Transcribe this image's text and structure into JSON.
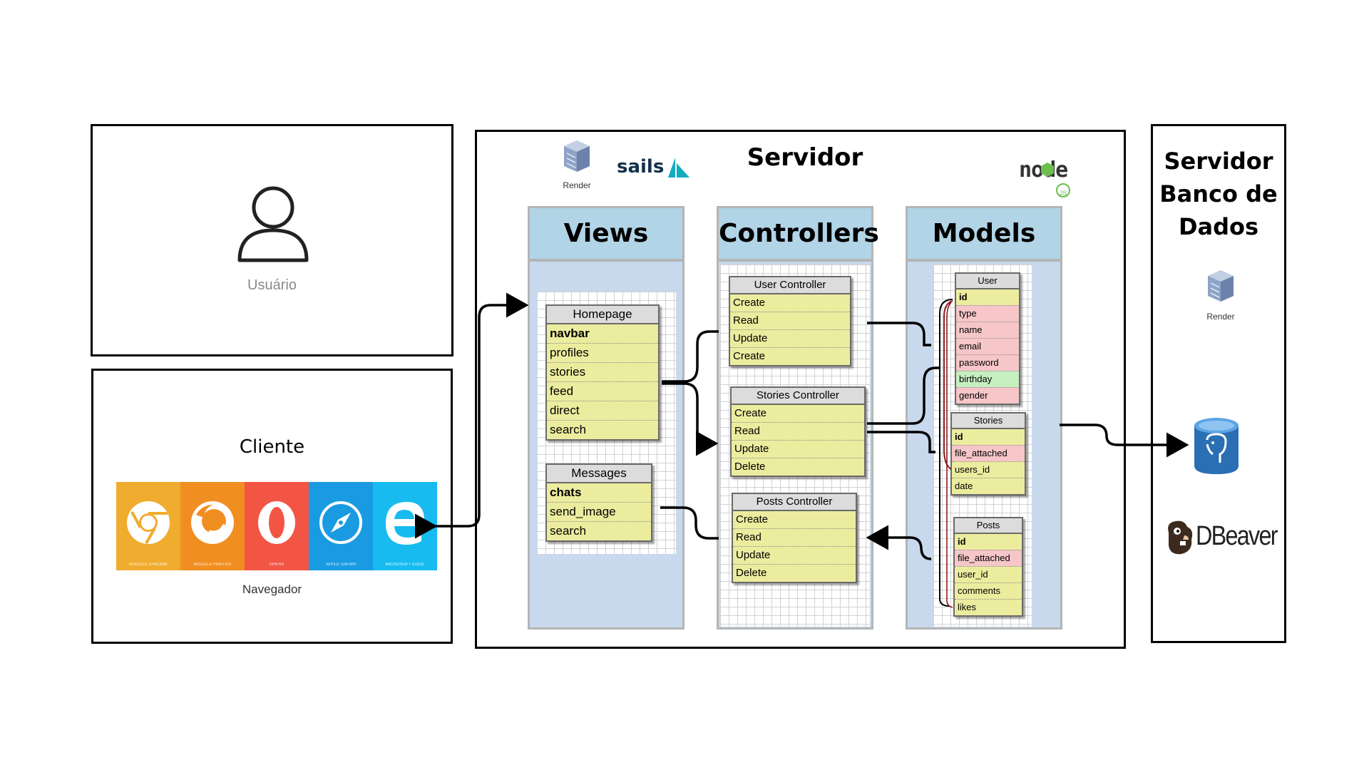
{
  "user_panel": {
    "label": "Usuário"
  },
  "client_panel": {
    "title": "Cliente",
    "browsers_caption": "Navegador",
    "browsers": [
      {
        "name": "GOOGLE CHROME",
        "icon": "chrome-icon",
        "color": "#f0ac2e"
      },
      {
        "name": "MOZILLA FIREFOX",
        "icon": "firefox-icon",
        "color": "#f18e22"
      },
      {
        "name": "OPERA",
        "icon": "opera-icon",
        "color": "#f25544"
      },
      {
        "name": "APPLE SAFARI",
        "icon": "safari-icon",
        "color": "#1a9be1"
      },
      {
        "name": "MICROSOFT EDGE",
        "icon": "edge-icon",
        "color": "#17bbf0"
      }
    ]
  },
  "server_panel": {
    "title": "Servidor",
    "render_label": "Render",
    "sails_label": "sails",
    "node_label": "node",
    "node_sub": "JS",
    "columns": {
      "views": "Views",
      "controllers": "Controllers",
      "models": "Models"
    },
    "views": {
      "homepage": {
        "title": "Homepage",
        "rows": [
          "navbar",
          "profiles",
          "stories",
          "feed",
          "direct",
          "search"
        ]
      },
      "messages": {
        "title": "Messages",
        "rows": [
          "chats",
          "send_image",
          "search"
        ]
      }
    },
    "controllers": {
      "user": {
        "title": "User Controller",
        "rows": [
          "Create",
          "Read",
          "Update",
          "Create"
        ]
      },
      "stories": {
        "title": "Stories Controller",
        "rows": [
          "Create",
          "Read",
          "Update",
          "Delete"
        ]
      },
      "posts": {
        "title": "Posts Controller",
        "rows": [
          "Create",
          "Read",
          "Update",
          "Delete"
        ]
      }
    },
    "models": {
      "user": {
        "title": "User",
        "rows": [
          "id",
          "type",
          "name",
          "email",
          "password",
          "birthday",
          "gender"
        ]
      },
      "stories": {
        "title": "Stories",
        "rows": [
          "id",
          "file_attached",
          "users_id",
          "date"
        ]
      },
      "posts": {
        "title": "Posts",
        "rows": [
          "id",
          "file_attached",
          "user_id",
          "comments",
          "likes"
        ]
      }
    }
  },
  "db_panel": {
    "title_lines": [
      "Servidor",
      "Banco de",
      "Dados"
    ],
    "render_label": "Render",
    "dbeaver_label": "DBeaver"
  }
}
